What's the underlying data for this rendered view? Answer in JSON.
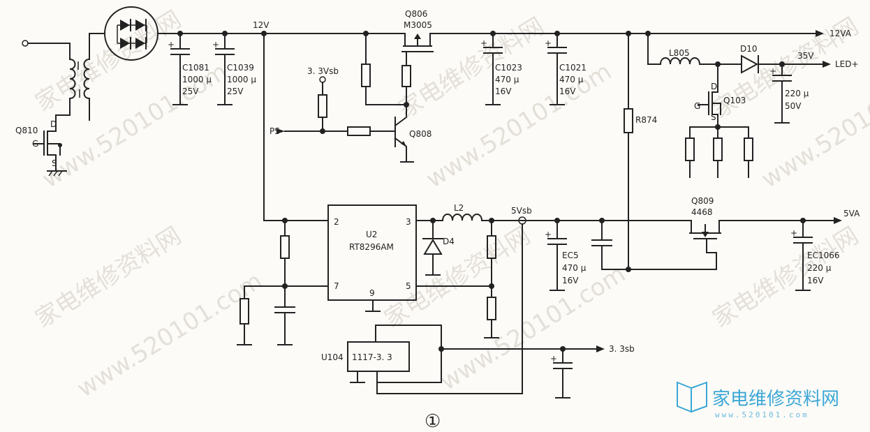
{
  "title_marker": "①",
  "net_labels": {
    "v12": "12V",
    "v12a": "12VA",
    "led_plus": "LED+",
    "v35": "35V",
    "v5sb": "5Vsb",
    "v5a": "5VA",
    "v33sb_top": "3. 3Vsb",
    "v33sb_out": "3. 3sb",
    "ps": "PS"
  },
  "components": {
    "q806": {
      "ref": "Q806",
      "part": "M3005"
    },
    "q808": {
      "ref": "Q808"
    },
    "q810": {
      "ref": "Q810",
      "d": "D",
      "g": "G",
      "s": "S"
    },
    "q103": {
      "ref": "Q103",
      "d": "D",
      "g": "G",
      "s": "S"
    },
    "q809": {
      "ref": "Q809",
      "part": "4468"
    },
    "c1081": {
      "ref": "C1081",
      "value": "1000 µ",
      "voltage": "25V"
    },
    "c1039": {
      "ref": "C1039",
      "value": "1000 µ",
      "voltage": "25V"
    },
    "c1023": {
      "ref": "C1023",
      "value": "470 µ",
      "voltage": "16V"
    },
    "c1021": {
      "ref": "C1021",
      "value": "470 µ",
      "voltage": "16V"
    },
    "c_led": {
      "value": "220 µ",
      "voltage": "50V"
    },
    "ec5": {
      "ref": "EC5",
      "value": "470 µ",
      "voltage": "16V"
    },
    "ec1066": {
      "ref": "EC1066",
      "value": "220 µ",
      "voltage": "16V"
    },
    "l805": {
      "ref": "L805"
    },
    "d10": {
      "ref": "D10"
    },
    "r874": {
      "ref": "R874"
    },
    "l2": {
      "ref": "L2"
    },
    "d4": {
      "ref": "D4"
    },
    "u2": {
      "ref": "U2",
      "part": "RT8296AM",
      "pin2": "2",
      "pin3": "3",
      "pin5": "5",
      "pin7": "7",
      "pin9": "9"
    },
    "u104": {
      "ref": "U104",
      "part": "1117-3. 3"
    }
  },
  "watermarks": [
    "www.520101.com",
    "家电维修资料网"
  ],
  "logo": {
    "cn": "家电维修资料网",
    "url": "www.520101.com"
  }
}
